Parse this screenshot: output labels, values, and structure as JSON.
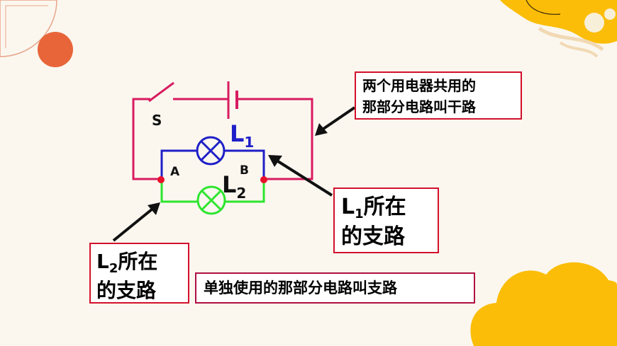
{
  "boxes": {
    "trunk": {
      "line1": "两个用电器共用的",
      "line2": "那部分电路叫干路"
    },
    "l1": {
      "letter": "L",
      "sub": "1",
      "rest": "所在",
      "line2": "的支路"
    },
    "l2": {
      "letter": "L",
      "sub": "2",
      "rest": "所在",
      "line2": "的支路"
    },
    "branch": "单独使用的那部分电路叫支路"
  },
  "diagram": {
    "switch_label": "S",
    "node_a": "A",
    "node_b": "B",
    "lamp1": {
      "letter": "L",
      "sub": "1"
    },
    "lamp2": {
      "letter": "L",
      "sub": "2"
    }
  },
  "colors": {
    "trunk_wire": "#d81b60",
    "lamp1_wire": "#1f1fc8",
    "lamp2_wire": "#2ee52e",
    "box_border": "#d4102a",
    "deco_orange": "#e8653a",
    "deco_yellow": "#fbbd08"
  }
}
